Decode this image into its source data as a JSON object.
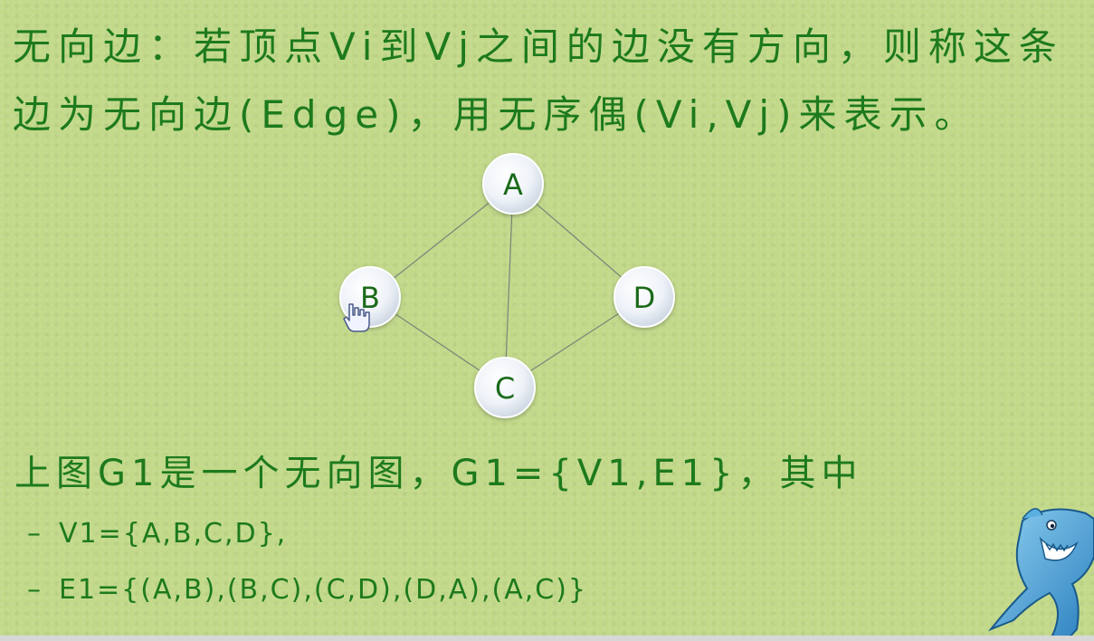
{
  "definition": {
    "text": "无向边：若顶点Vi到Vj之间的边没有方向，则称这条边为无向边(Edge)，用无序偶(Vi,Vj)来表示。"
  },
  "graph": {
    "nodes": [
      {
        "id": "A",
        "label": "A"
      },
      {
        "id": "B",
        "label": "B"
      },
      {
        "id": "C",
        "label": "C"
      },
      {
        "id": "D",
        "label": "D"
      }
    ],
    "edges": [
      [
        "A",
        "B"
      ],
      [
        "A",
        "C"
      ],
      [
        "A",
        "D"
      ],
      [
        "B",
        "C"
      ],
      [
        "C",
        "D"
      ]
    ]
  },
  "summary": {
    "text": "上图G1是一个无向图，G1={V1,E1}，其中"
  },
  "bullets": [
    {
      "dash": "–",
      "text": "V1={A,B,C,D},"
    },
    {
      "dash": "–",
      "text": "E1={(A,B),(B,C),(C,D),(D,A),(A,C)}"
    }
  ],
  "colors": {
    "background": "#c2d98a",
    "text": "#1d7a1d",
    "node_fill": "#e8eef6",
    "edge": "#7a8a7a"
  },
  "icons": [
    "hand-cursor-icon",
    "shark-mascot-icon"
  ]
}
